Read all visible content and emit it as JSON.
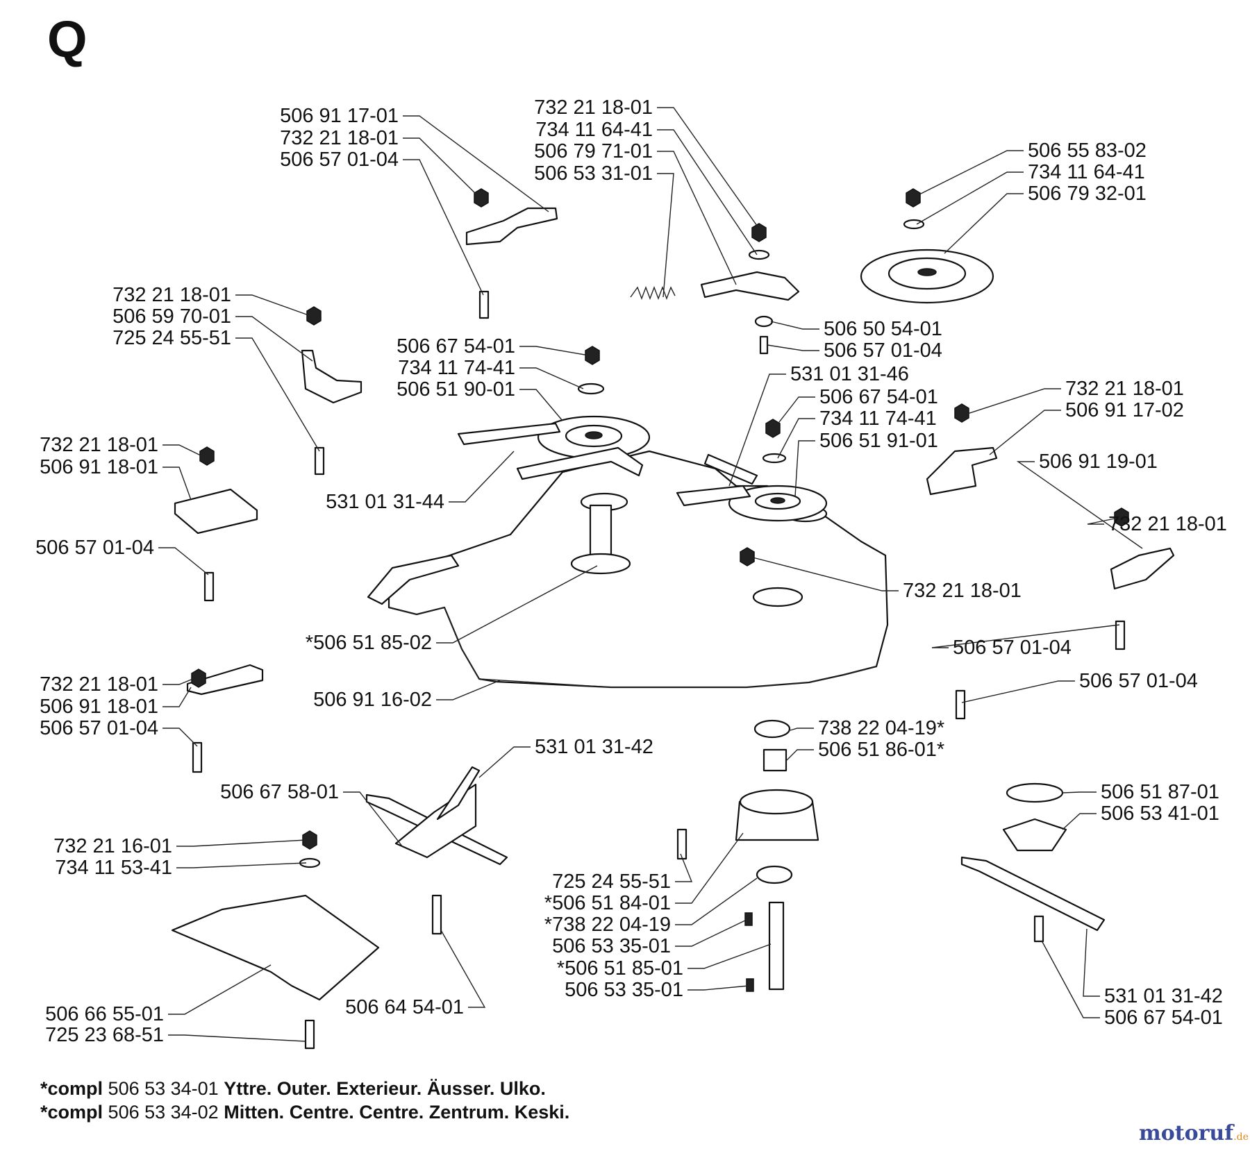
{
  "page_letter": "Q",
  "callouts": [
    {
      "id": "c01",
      "label": "506 91 17-01",
      "group": "upper-left"
    },
    {
      "id": "c02",
      "label": "732 21 18-01",
      "group": "upper-left"
    },
    {
      "id": "c03",
      "label": "506 57 01-04",
      "group": "upper-left"
    },
    {
      "id": "c04",
      "label": "732 21 18-01",
      "group": "top-center"
    },
    {
      "id": "c05",
      "label": "734 11 64-41",
      "group": "top-center"
    },
    {
      "id": "c06",
      "label": "506 79 71-01",
      "group": "top-center"
    },
    {
      "id": "c07",
      "label": "506 53 31-01",
      "group": "top-center"
    },
    {
      "id": "c08",
      "label": "506 55 83-02",
      "group": "top-right"
    },
    {
      "id": "c09",
      "label": "734 11 64-41",
      "group": "top-right"
    },
    {
      "id": "c10",
      "label": "506 79 32-01",
      "group": "top-right"
    },
    {
      "id": "c11",
      "label": "732 21 18-01",
      "group": "left"
    },
    {
      "id": "c12",
      "label": "506 59 70-01",
      "group": "left"
    },
    {
      "id": "c13",
      "label": "725 24 55-51",
      "group": "left"
    },
    {
      "id": "c14",
      "label": "506 50 54-01",
      "group": "center"
    },
    {
      "id": "c15",
      "label": "506 57 01-04",
      "group": "center"
    },
    {
      "id": "c16",
      "label": "506 67 54-01",
      "group": "center-left"
    },
    {
      "id": "c17",
      "label": "734 11 74-41",
      "group": "center-left"
    },
    {
      "id": "c18",
      "label": "506 51 90-01",
      "group": "center-left"
    },
    {
      "id": "c19",
      "label": "531 01 31-46",
      "group": "center"
    },
    {
      "id": "c20",
      "label": "506 67 54-01",
      "group": "center"
    },
    {
      "id": "c21",
      "label": "734 11 74-41",
      "group": "center"
    },
    {
      "id": "c22",
      "label": "506 51 91-01",
      "group": "center"
    },
    {
      "id": "c23",
      "label": "732 21 18-01",
      "group": "right"
    },
    {
      "id": "c24",
      "label": "506 91 17-02",
      "group": "right"
    },
    {
      "id": "c25",
      "label": "732 21 18-01",
      "group": "left"
    },
    {
      "id": "c26",
      "label": "506 91 18-01",
      "group": "left"
    },
    {
      "id": "c27",
      "label": "506 91 19-01",
      "group": "right"
    },
    {
      "id": "c28",
      "label": "531 01 31-44",
      "group": "center-left"
    },
    {
      "id": "c29",
      "label": "732 21 18-01",
      "group": "right"
    },
    {
      "id": "c30",
      "label": "506 57 01-04",
      "group": "left"
    },
    {
      "id": "c31",
      "label": "732 21 18-01",
      "group": "center-right"
    },
    {
      "id": "c32",
      "label": "*506 51 85-02",
      "group": "center-left"
    },
    {
      "id": "c33",
      "label": "506 57 01-04",
      "group": "right"
    },
    {
      "id": "c34",
      "label": "732 21 18-01",
      "group": "left"
    },
    {
      "id": "c35",
      "label": "506 91 18-01",
      "group": "left"
    },
    {
      "id": "c36",
      "label": "506 57 01-04",
      "group": "left"
    },
    {
      "id": "c37",
      "label": "506 91 16-02",
      "group": "center-left"
    },
    {
      "id": "c38",
      "label": "506 57 01-04",
      "group": "right"
    },
    {
      "id": "c39",
      "label": "738 22 04-19*",
      "group": "center"
    },
    {
      "id": "c40",
      "label": "506 51 86-01*",
      "group": "center"
    },
    {
      "id": "c41",
      "label": "531 01 31-42",
      "group": "lower-left"
    },
    {
      "id": "c42",
      "label": "506 67 58-01",
      "group": "lower-left"
    },
    {
      "id": "c43",
      "label": "506 51 87-01",
      "group": "lower-right"
    },
    {
      "id": "c44",
      "label": "506 53 41-01",
      "group": "lower-right"
    },
    {
      "id": "c45",
      "label": "732 21 16-01",
      "group": "lower-left"
    },
    {
      "id": "c46",
      "label": "734 11 53-41",
      "group": "lower-left"
    },
    {
      "id": "c47",
      "label": "725 24 55-51",
      "group": "lower-center"
    },
    {
      "id": "c48",
      "label": "*506 51 84-01",
      "group": "lower-center"
    },
    {
      "id": "c49",
      "label": "*738 22 04-19",
      "group": "lower-center"
    },
    {
      "id": "c50",
      "label": "506 53 35-01",
      "group": "lower-center"
    },
    {
      "id": "c51",
      "label": "*506 51 85-01",
      "group": "lower-center"
    },
    {
      "id": "c52",
      "label": "506 53 35-01",
      "group": "lower-center"
    },
    {
      "id": "c53",
      "label": "531 01 31-42",
      "group": "lower-right"
    },
    {
      "id": "c54",
      "label": "506 67 54-01",
      "group": "lower-right"
    },
    {
      "id": "c55",
      "label": "506 66 55-01",
      "group": "lower-left"
    },
    {
      "id": "c56",
      "label": "506 64 54-01",
      "group": "lower-left"
    },
    {
      "id": "c57",
      "label": "725 23 68-51",
      "group": "lower-left"
    }
  ],
  "footnotes": [
    {
      "prefix": "*compl",
      "number": "506 53 34-01",
      "text": "Yttre. Outer. Exterieur. Äusser. Ulko."
    },
    {
      "prefix": "*compl",
      "number": "506 53 34-02",
      "text": "Mitten. Centre. Centre. Zentrum. Keski."
    }
  ],
  "watermark": {
    "main": "motoruf",
    "suffix": ".de",
    "color_main": "#3a4a9a",
    "color_accent": "#e08a1c"
  }
}
